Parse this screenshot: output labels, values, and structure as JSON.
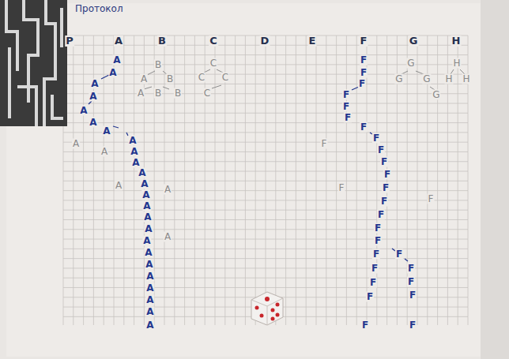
{
  "diagram": {
    "title": "Протокол",
    "labels": [
      "P",
      "A",
      "B",
      "C",
      "D",
      "E",
      "F",
      "G",
      "H",
      "A",
      "A",
      "A",
      "A",
      "A",
      "A",
      "A",
      "A",
      "A",
      "A",
      "A",
      "A",
      "A",
      "A",
      "A",
      "A",
      "A",
      "A",
      "A",
      "A",
      "A",
      "A",
      "A",
      "A",
      "F",
      "F",
      "F",
      "F",
      "F",
      "F",
      "F",
      "F",
      "F",
      "F",
      "F",
      "F",
      "F",
      "F",
      "F",
      "F",
      "F",
      "F",
      "F",
      "F",
      "F",
      "F",
      "F",
      "F",
      "F",
      "F",
      "B",
      "A",
      "B",
      "A",
      "B",
      "B",
      "C",
      "C",
      "C",
      "C",
      "G",
      "G",
      "G",
      "G",
      "H",
      "H",
      "H",
      "A",
      "A",
      "A",
      "A",
      "A",
      "F",
      "F",
      "F"
    ]
  }
}
